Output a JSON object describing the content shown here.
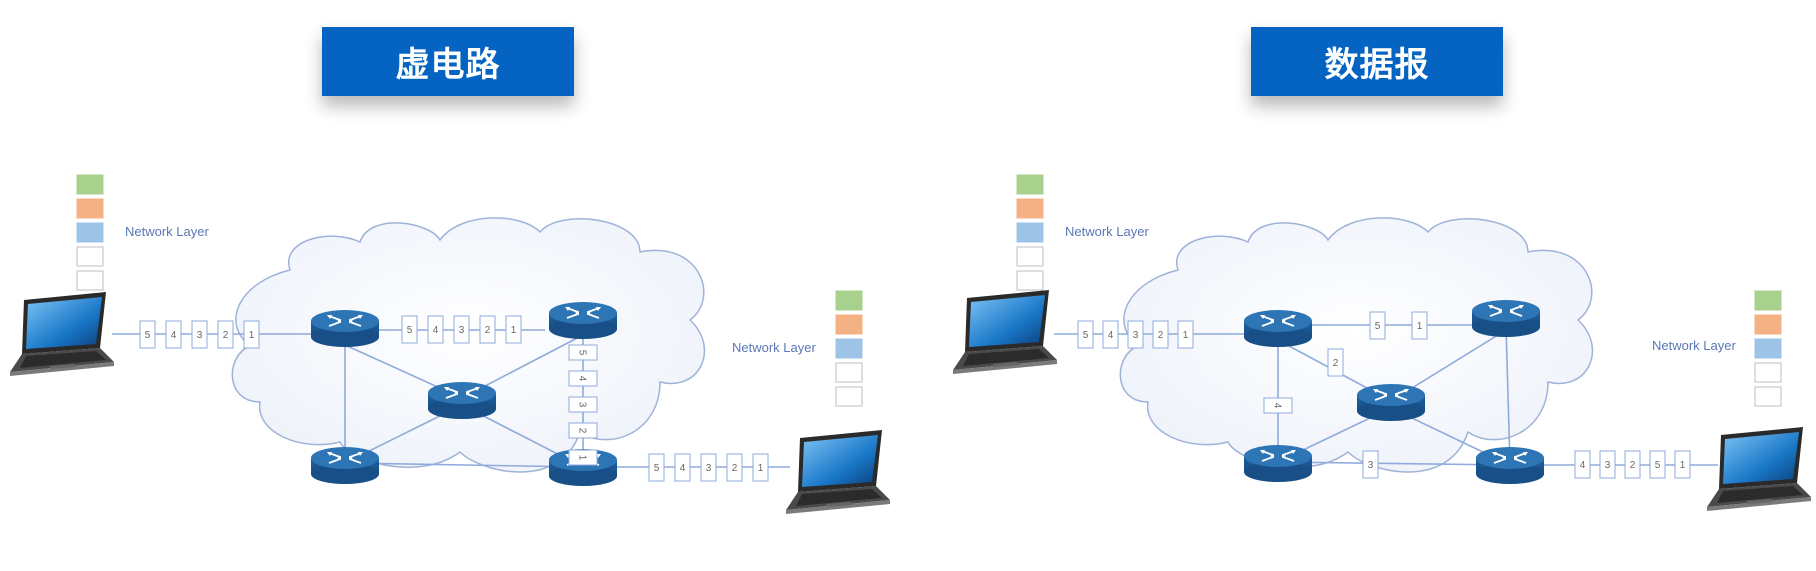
{
  "panels": [
    {
      "title": "虚电路",
      "sender_layer_label": "Network Layer",
      "receiver_layer_label": "Network Layer",
      "sender_link_packets": [
        "5",
        "4",
        "3",
        "2",
        "1"
      ],
      "top_link_packets": [
        "5",
        "4",
        "3",
        "2",
        "1"
      ],
      "vertical_link_packets": [
        "5",
        "4",
        "3",
        "2",
        "1"
      ],
      "receiver_link_packets": [
        "5",
        "4",
        "3",
        "2",
        "1"
      ]
    },
    {
      "title": "数据报",
      "sender_layer_label": "Network Layer",
      "receiver_layer_label": "Network Layer",
      "sender_link_packets": [
        "5",
        "4",
        "3",
        "2",
        "1"
      ],
      "top_link_packets": [
        "5",
        "1"
      ],
      "diagonal_link_packets": [
        "2"
      ],
      "left_link_packets": [
        "4"
      ],
      "bottom_link_packets": [
        "3"
      ],
      "receiver_link_packets": [
        "4",
        "3",
        "2",
        "5",
        "1"
      ]
    }
  ],
  "colors": {
    "banner": "#0563c1",
    "layer_green": "#a9d18e",
    "layer_orange": "#f4b183",
    "layer_blue": "#9dc3e6",
    "router": "#2e75b6",
    "link": "#8faadc"
  },
  "icons": [
    "laptop-icon",
    "router-icon",
    "cloud-icon",
    "protocol-stack-icon"
  ]
}
